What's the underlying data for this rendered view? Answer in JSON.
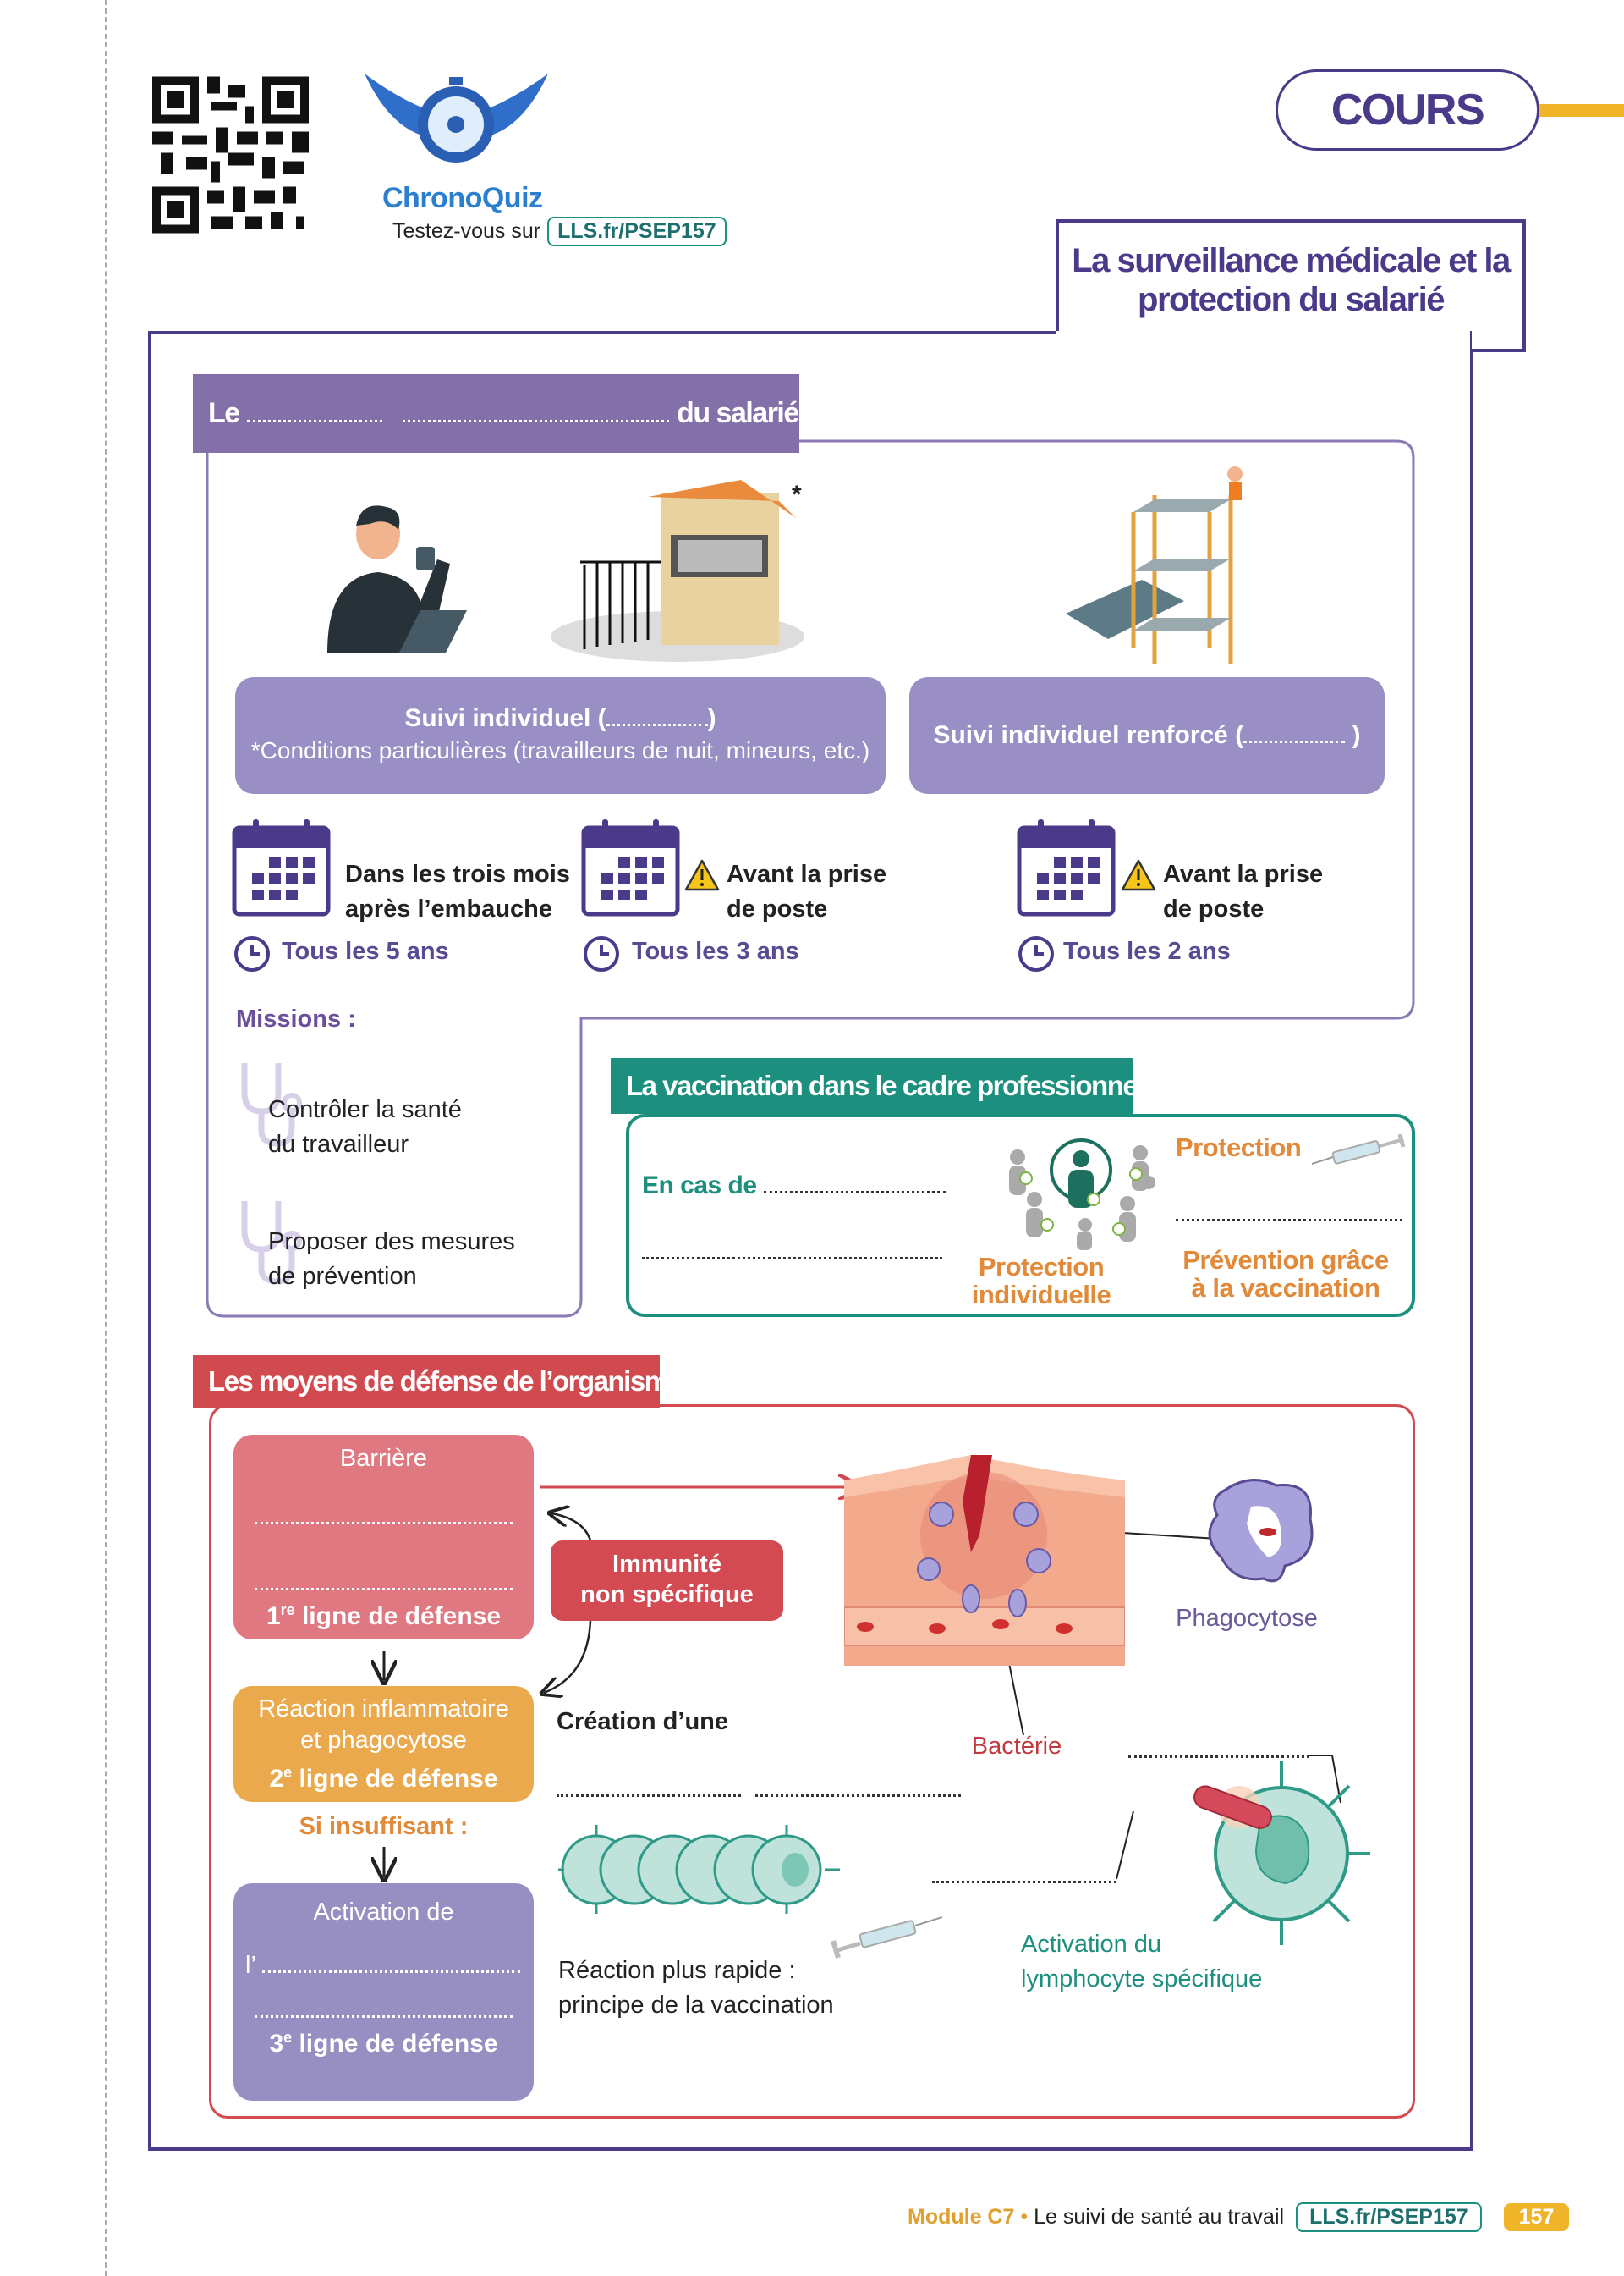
{
  "header": {
    "quiz_brand": "ChronoQuiz",
    "quiz_prompt": "Testez-vous sur",
    "quiz_link": "LLS.fr/PSEP157",
    "section_tag": "COURS",
    "title_line1": "La surveillance médicale et la",
    "title_line2": "protection du salarié"
  },
  "suivi": {
    "heading_prefix": "Le",
    "heading_suffix": "du salarié",
    "box1_title": "Suivi individuel  (",
    "box1_close": ")",
    "box1_note": "*Conditions particulières (travailleurs de nuit, mineurs, etc.)",
    "box2_title": "Suivi individuel renforcé (",
    "box2_close": " )",
    "asterisk": "*",
    "columns": [
      {
        "when1": "Dans les trois mois",
        "when2": "après l’embauche",
        "freq": "Tous les 5 ans",
        "warning": false
      },
      {
        "when1": "Avant la prise",
        "when2": "de poste",
        "freq": "Tous les 3 ans",
        "warning": true
      },
      {
        "when1": "Avant la prise",
        "when2": "de poste",
        "freq": "Tous les 2 ans",
        "warning": true
      }
    ],
    "missions_label": "Missions :",
    "missions": [
      {
        "l1": "Contrôler la santé",
        "l2": "du travailleur"
      },
      {
        "l1": "Proposer des mesures",
        "l2": "de prévention"
      }
    ]
  },
  "vaccination": {
    "heading": "La vaccination dans le cadre professionnel",
    "case_label": "En cas de",
    "individual_l1": "Protection",
    "individual_l2": "individuelle",
    "protection_label": "Protection",
    "prevention_l1": "Prévention grâce",
    "prevention_l2": "à la vaccination"
  },
  "defense": {
    "heading": "Les moyens de défense de l’organisme",
    "barrier_title": "Barrière",
    "line1_num": "1",
    "line1_sup": "re",
    "line1_text": " ligne de défense",
    "nonspecific_l1": "Immunité",
    "nonspecific_l2": "non spécifique",
    "inflam_l1": "Réaction inflammatoire",
    "inflam_l2": "et phagocytose",
    "line2_num": "2",
    "line2_sup": "e",
    "line2_text": " ligne de défense",
    "insufficient": "Si insuffisant :",
    "activation_title": "Activation de",
    "activation_prefix": "l’",
    "line3_num": "3",
    "line3_sup": "e",
    "line3_text": " ligne de défense",
    "creation_label": "Création d’une",
    "faster_l1": "Réaction plus rapide :",
    "faster_l2": "principe de la vaccination",
    "phagocytosis": "Phagocytose",
    "bacteria": "Bactérie",
    "lympho_l1": "Activation du",
    "lympho_l2": "lymphocyte spécifique"
  },
  "footer": {
    "module": "Module C7",
    "bullet": " • ",
    "chapter": "Le suivi de santé au travail",
    "link": "LLS.fr/PSEP157",
    "page": "157"
  },
  "colors": {
    "purple": "#4b3a8a",
    "lavender": "#9a8fc4",
    "teal": "#1d8f7e",
    "red": "#d04a50",
    "orange": "#e08a3a",
    "yellow": "#f0b429"
  }
}
